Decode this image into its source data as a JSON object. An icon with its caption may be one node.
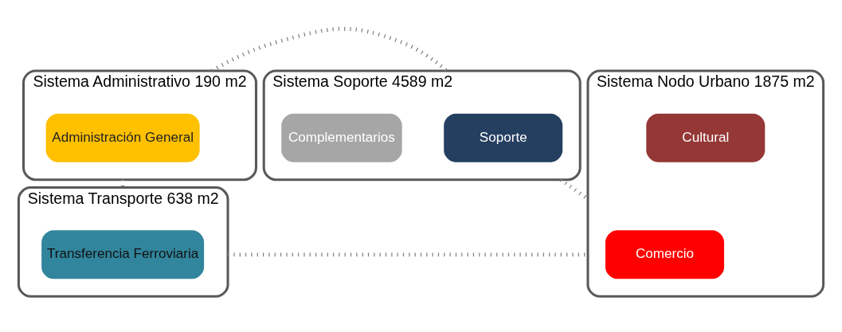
{
  "diagram": {
    "nodes": [
      {
        "text": [
          "Sistema Administrativo 190 m2"
        ]
      },
      {
        "text": [
          "Administración General"
        ],
        "in": 0
      },
      {
        "text": [
          "Sistema Soporte 4589 m2"
        ]
      },
      {
        "text": [
          "Soporte"
        ],
        "in": 2
      },
      {
        "text": [
          "Complementarios"
        ],
        "in": 2
      },
      {
        "text": [
          "Sistema Transporte 638 m2"
        ]
      },
      {
        "text": [
          "Transferencia Ferroviaria"
        ],
        "in": 5
      },
      {
        "text": [
          "Sistema Nodo Urbano 1875 m2"
        ]
      },
      {
        "text": [
          "Comercio"
        ],
        "in": 7
      },
      {
        "text": [
          "Cultural"
        ],
        "in": 7
      }
    ],
    "edges": [
      {
        "from": 0,
        "to": 2,
        "arrow": "none",
        "style": "dashed"
      },
      {
        "from": 0,
        "to": 5,
        "arrow": "none",
        "style": "dashed"
      },
      {
        "from": 2,
        "to": 7,
        "arrow": "none",
        "style": "dashed"
      },
      {
        "from": 5,
        "to": 7,
        "arrow": "none",
        "style": "dashed"
      }
    ]
  }
}
